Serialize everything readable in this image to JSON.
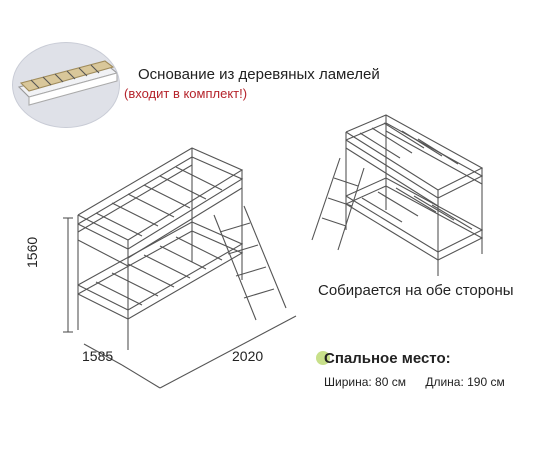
{
  "inset": {
    "caption_main": "Основание из деревяных ламелей",
    "caption_sub": "(входит в комплект!)"
  },
  "assembly_note": "Собирается на обе стороны",
  "dimensions": {
    "height": "1560",
    "width": "1585",
    "length": "2020"
  },
  "sleeping_area": {
    "title": "Спальное место:",
    "width": "Ширина: 80 см",
    "length": "Длина: 190 см"
  },
  "colors": {
    "accent_red": "#b5232b",
    "accent_green": "#c8e08a",
    "line": "#555555"
  }
}
